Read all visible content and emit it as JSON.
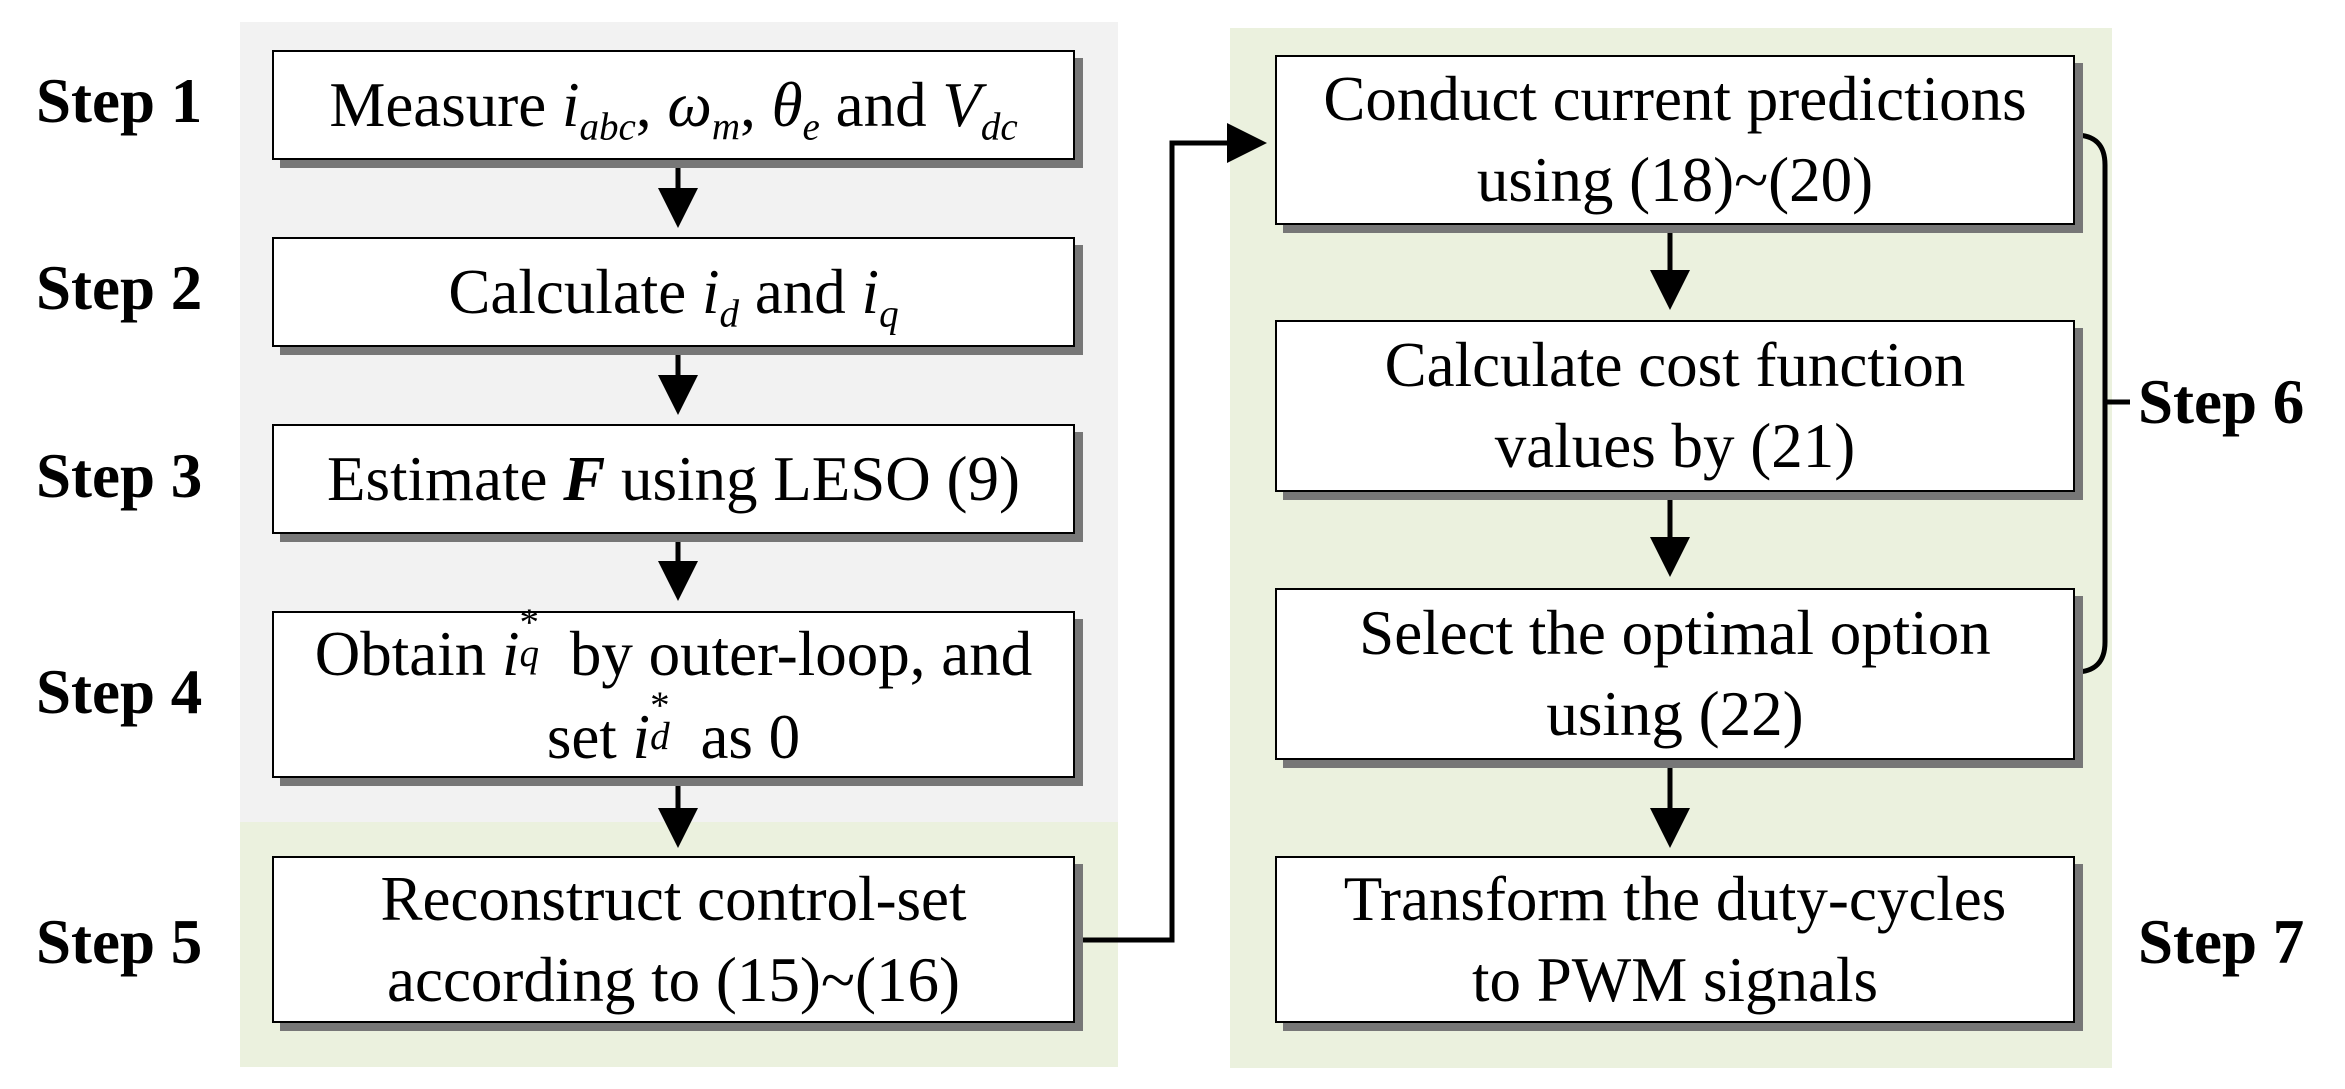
{
  "steps": {
    "s1": "Step 1",
    "s2": "Step 2",
    "s3": "Step 3",
    "s4": "Step 4",
    "s5": "Step 5",
    "s6": "Step 6",
    "s7": "Step 7"
  },
  "boxes": {
    "measure": {
      "prefix": "Measure",
      "v1": "i",
      "v1sub": "abc",
      "v2": "ω",
      "v2sub": "m",
      "v3": "θ",
      "v3sub": "e",
      "and": "and",
      "v4": "V",
      "v4sub": "dc"
    },
    "calculate": {
      "prefix": "Calculate",
      "v1": "i",
      "v1sub": "d",
      "and": "and",
      "v2": "i",
      "v2sub": "q"
    },
    "estimate": {
      "prefix": "Estimate",
      "var": "F",
      "suffix": "using LESO (9)"
    },
    "obtain": {
      "prefix": "Obtain",
      "v1": "i",
      "v1sub": "q",
      "v1sup": "*",
      "mid": "by outer-loop, and",
      "line2_prefix": "set",
      "v2": "i",
      "v2sub": "d",
      "v2sup": "*",
      "line2_suffix": "as 0"
    },
    "reconstruct": {
      "line1": "Reconstruct control-set",
      "line2": "according to (15)~(16)"
    },
    "predict": {
      "line1": "Conduct current predictions",
      "line2": "using (18)~(20)"
    },
    "cost": {
      "line1": "Calculate cost function",
      "line2": "values by (21)"
    },
    "select": {
      "line1": "Select the optimal option",
      "line2": "using (22)"
    },
    "transform": {
      "line1": "Transform the duty-cycles",
      "line2": "to PWM signals"
    }
  },
  "colors": {
    "left_panel": "#f2f2f2",
    "green_panel": "#ebf1de",
    "shadow": "#777777"
  }
}
